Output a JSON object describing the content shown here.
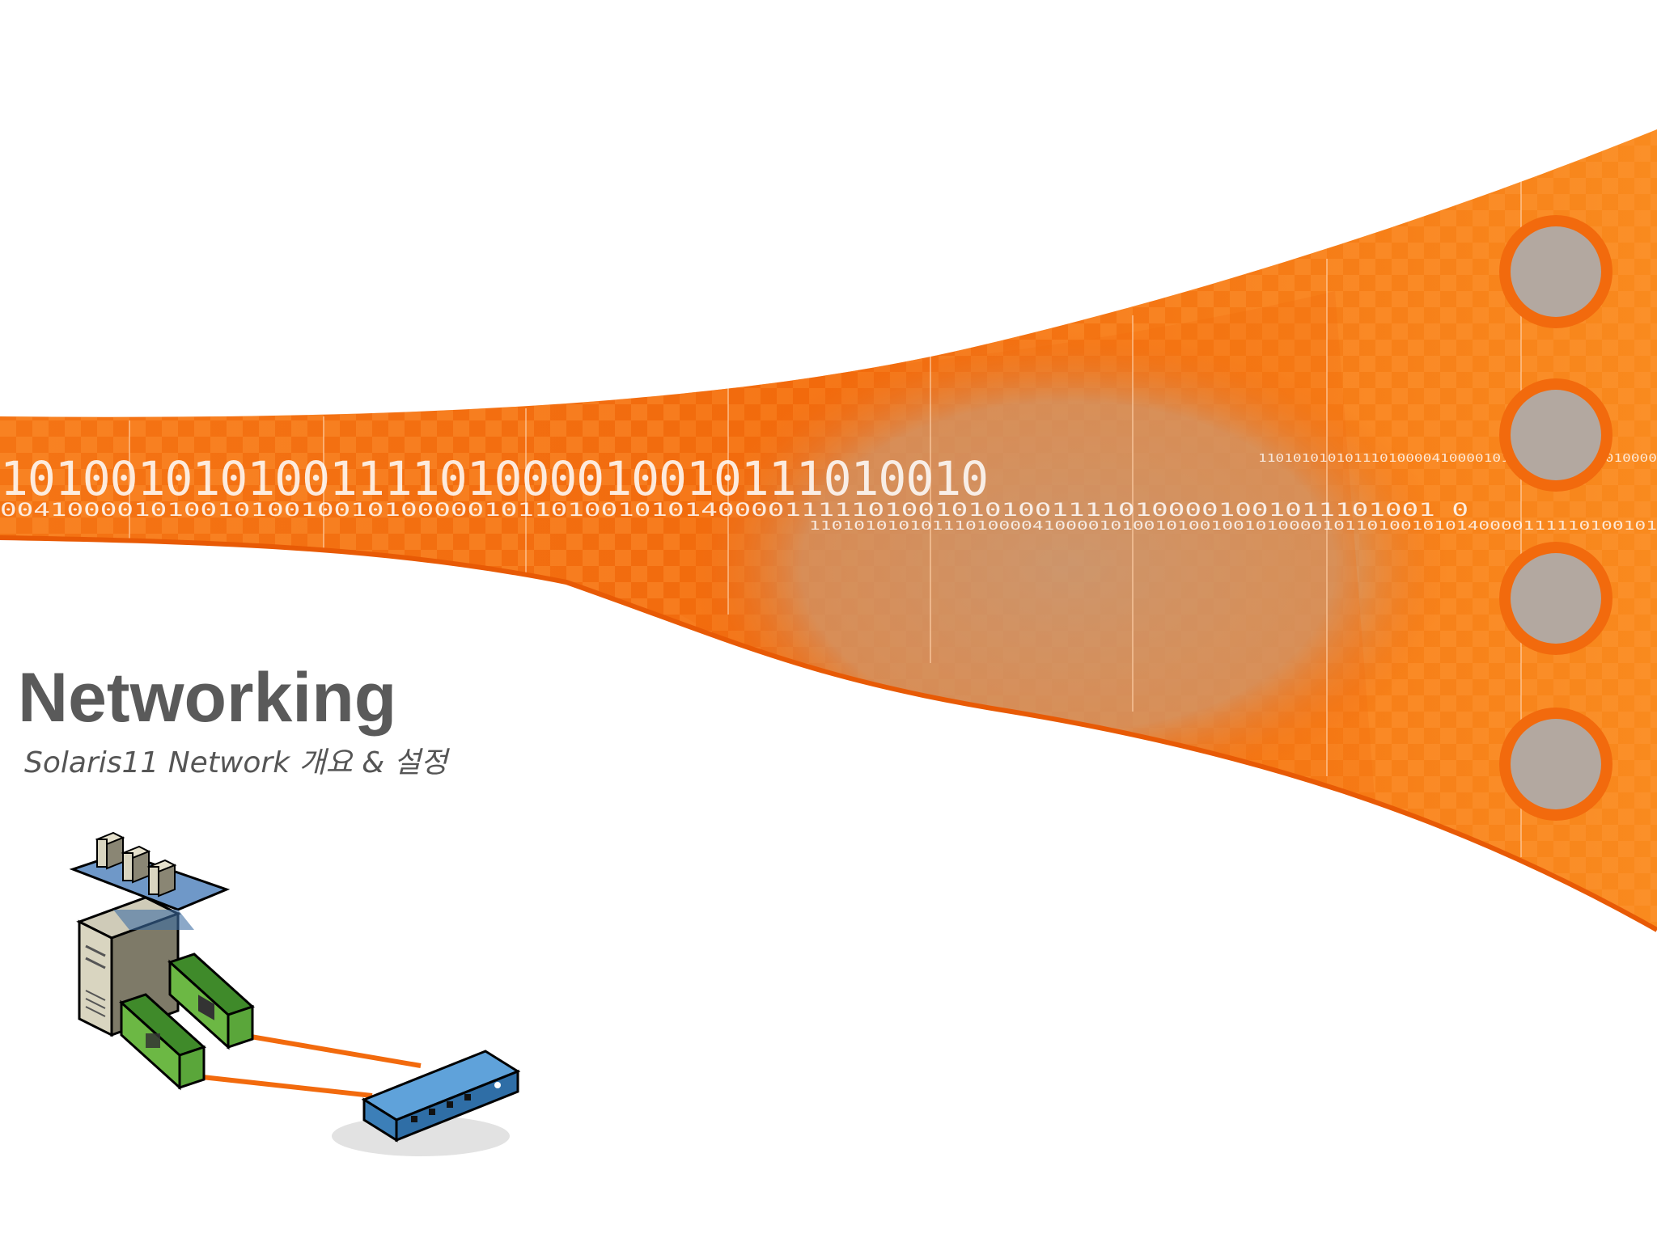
{
  "slide": {
    "title": "Networking",
    "subtitle": "Solaris11 Network 개요 & 설정"
  },
  "banner": {
    "binary_row_1": "101001010100111101000010010111010010",
    "binary_row_2": "00410000101001010010010100000101101001010140000111110100101010011110100001001011101001 0",
    "binary_row_3": "1101010101011101000041000010100101001001010000101101001010140000111110100101",
    "binary_row_small": "1101010101011101000041000010100101001001010000",
    "accent_color": "#f26a0d",
    "highlight_color": "#ff9a2e"
  },
  "illustration": {
    "server_icon": "server-icon",
    "nic_icon": "network-card-icon",
    "switch_icon": "switch-icon",
    "cable_color": "#f26a0d"
  }
}
